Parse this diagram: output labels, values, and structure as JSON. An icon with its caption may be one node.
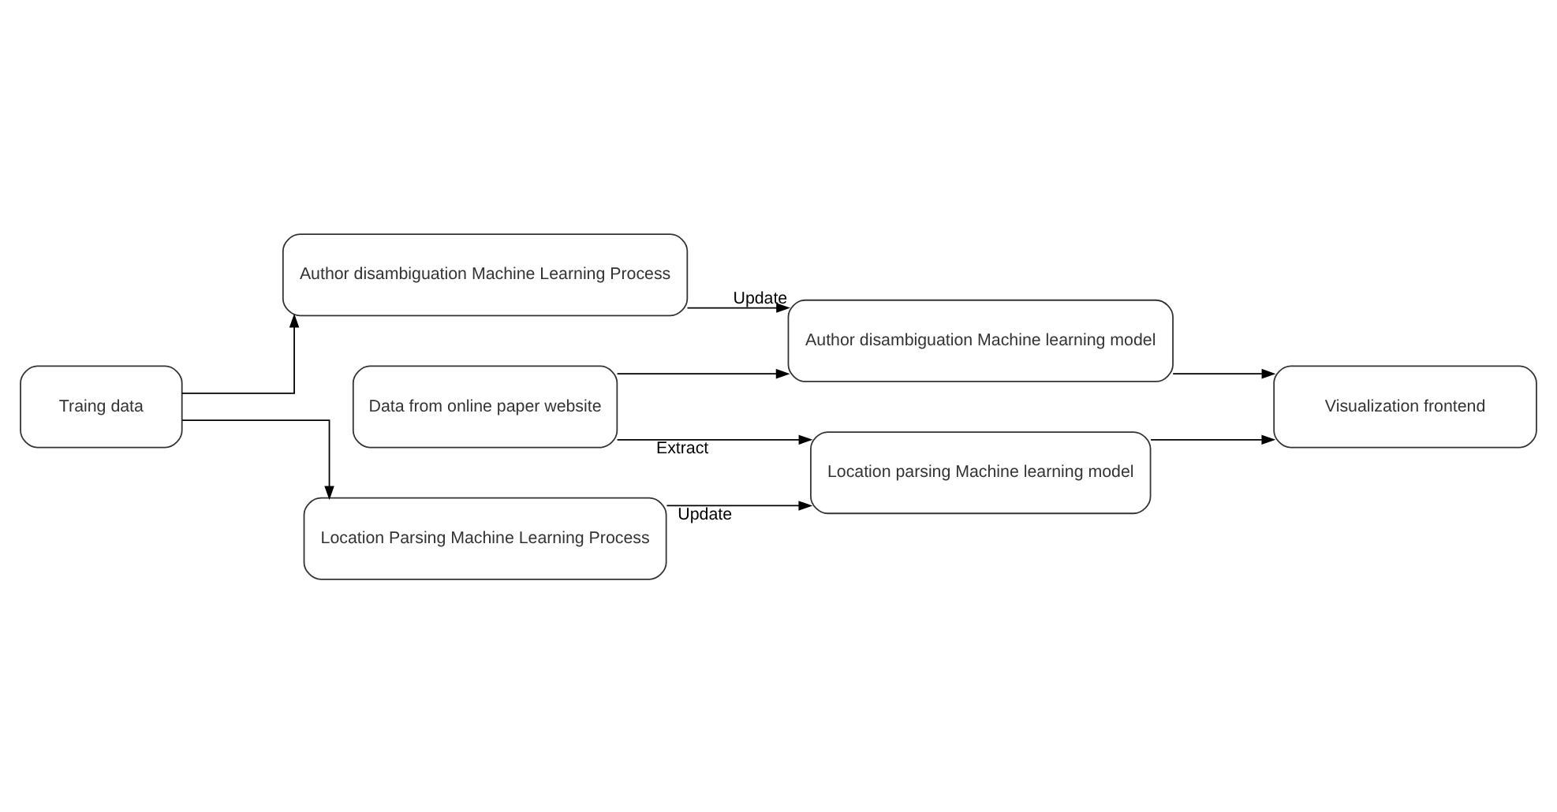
{
  "diagram": {
    "nodes": [
      {
        "text": [
          "Traing data"
        ]
      },
      {
        "text": [
          "Author disambiguation Machine Learning Process"
        ]
      },
      {
        "text": [
          "Location Parsing Machine Learning Process"
        ]
      },
      {
        "text": [
          "Data from online paper website"
        ]
      },
      {
        "text": [
          "Location parsing Machine learning model"
        ]
      },
      {
        "text": [
          "Author disambiguation Machine learning model"
        ]
      },
      {
        "text": [
          "Visualization frontend"
        ]
      }
    ],
    "edges": [
      {
        "from": 0,
        "to": 1,
        "arrow": "to"
      },
      {
        "from": 0,
        "to": 2,
        "arrow": "to"
      },
      {
        "from": 2,
        "to": 4,
        "arrow": "to",
        "label": "Update"
      },
      {
        "from": 1,
        "to": 5,
        "arrow": "to",
        "label": "Update"
      },
      {
        "from": 3,
        "to": 4,
        "arrow": "to",
        "label": "Extract"
      },
      {
        "from": 3,
        "to": 5,
        "arrow": "to"
      },
      {
        "from": 4,
        "to": 6,
        "arrow": "to"
      },
      {
        "from": 5,
        "to": 6,
        "arrow": "to"
      }
    ]
  }
}
